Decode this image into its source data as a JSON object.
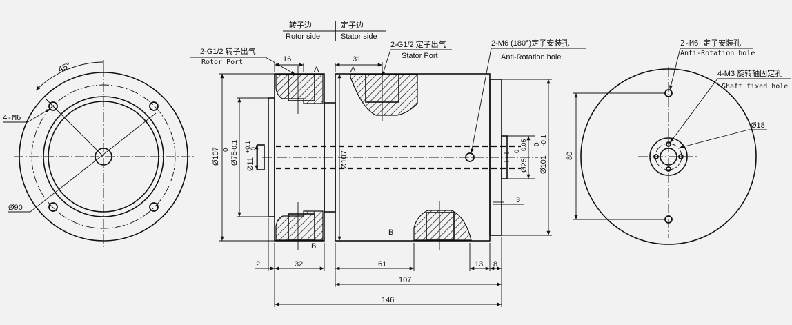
{
  "header": {
    "rotor_cn": "转子边",
    "rotor_en": "Rotor side",
    "stator_cn": "定子边",
    "stator_en": "Stator side"
  },
  "left_view": {
    "angle_label": "45°",
    "hole_label": "4-M6",
    "diameter_label": "Ø90"
  },
  "section_view": {
    "rotor_port_cn": "2-G1/2 转子出气",
    "rotor_port_en": "Rotor Port",
    "stator_port_cn": "2-G1/2 定子出气",
    "stator_port_en": "Stator Port",
    "anti_rotation_cn": "2-M6 (180°)定子安装孔",
    "anti_rotation_en": "Anti-Rotation hole",
    "mark_a": "A",
    "mark_b": "B",
    "dim_16": "16",
    "dim_31": "31",
    "dia_107": "Ø107",
    "dia_75": "Ø75",
    "tol_75_upper": "0",
    "tol_75_lower": "-0.1",
    "dia_11": "Ø11",
    "tol_11_upper": "+0.1",
    "tol_11_lower": "0",
    "dia_107_inner": "Ø107",
    "dia_25": "Ø25",
    "tol_25_upper": "0",
    "tol_25_lower": "-0.05",
    "dia_101": "Ø101",
    "tol_101_upper": "0",
    "tol_101_lower": "-0.1",
    "dim_3": "3",
    "dim_2": "2",
    "dim_32": "32",
    "dim_61": "61",
    "dim_13": "13",
    "dim_8": "8",
    "dim_107": "107",
    "dim_146": "146"
  },
  "right_view": {
    "anti_rotation_cn": "2-M6 定子安装孔",
    "anti_rotation_en": "Anti-Rotation hole",
    "shaft_hole_cn": "4-M3 旋转轴固定孔",
    "shaft_hole_en": "Shaft fixed hole",
    "diameter_label": "Ø18",
    "dim_80": "80"
  }
}
